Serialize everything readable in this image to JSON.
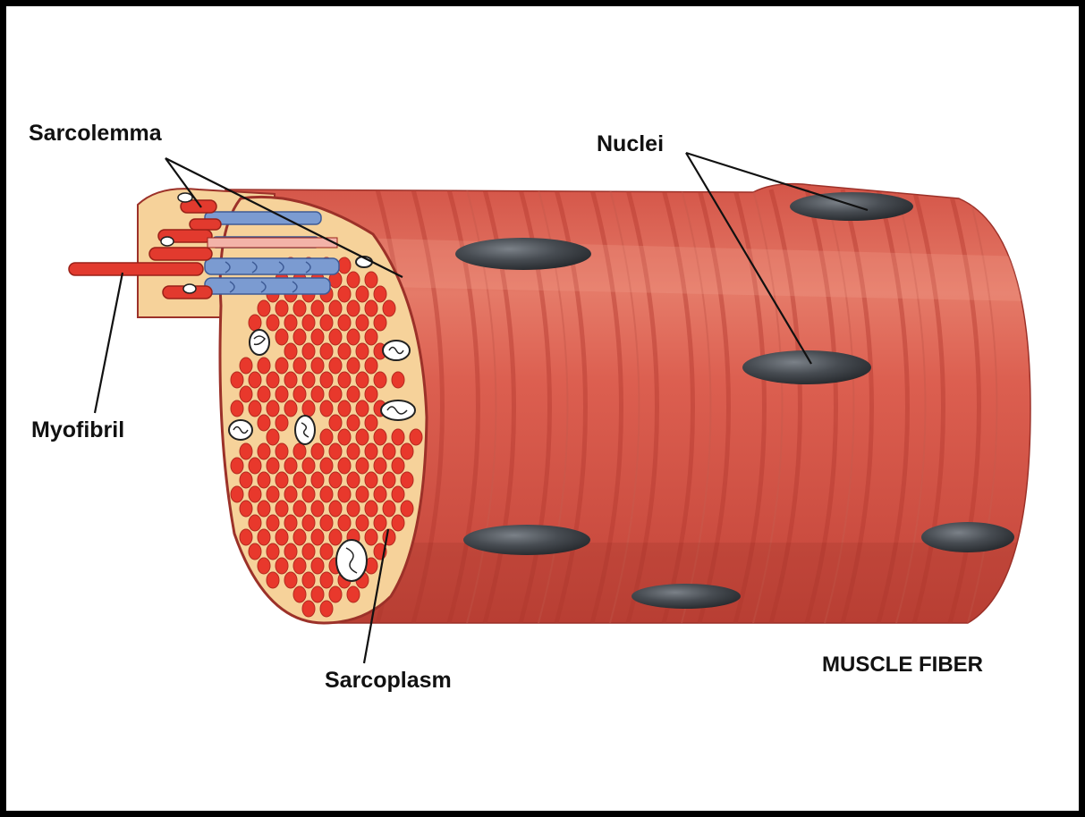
{
  "labels": {
    "sarcolemma": "Sarcolemma",
    "nuclei": "Nuclei",
    "myofibril": "Myofibril",
    "sarcoplasm": "Sarcoplasm",
    "title": "MUSCLE FIBER"
  },
  "colors": {
    "fiber": "#d9564a",
    "fiber_dark": "#b83d33",
    "cross_section": "#f6d29a",
    "myofibril_dot": "#e8382c",
    "nucleus": "#3d4248",
    "myofibril_blue": "#6f8fc8",
    "background": "#ffffff",
    "frame": "#000000"
  }
}
